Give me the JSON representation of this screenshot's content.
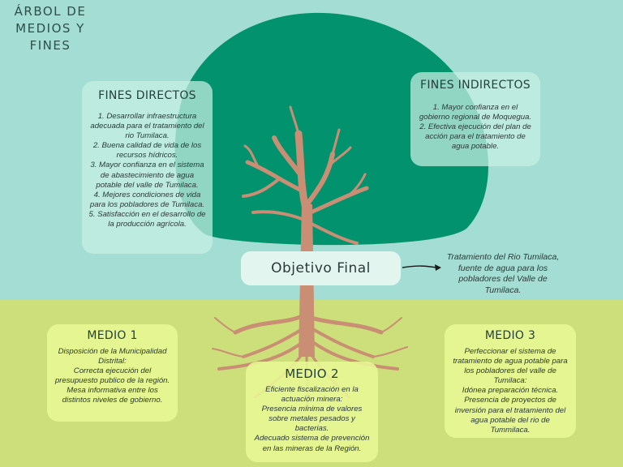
{
  "title": "ÁRBOL DE\nMEDIOS Y\nFINES",
  "colors": {
    "sky": "#a3ddd3",
    "ground": "#cddf7b",
    "canopy": "#02936e",
    "trunk": "#c98e74",
    "accent_text": "#2a3a38"
  },
  "fines_directos": {
    "heading": "FINES DIRECTOS",
    "items": [
      "1.   Desarrollar infraestructura adecuada para el tratamiento del rio Tumilaca.",
      "2.   Buena calidad de vida de los recursos hídricos.",
      "3.      Mayor confianza en el sistema de abastecimiento de agua potable del valle de Tumilaca.",
      "4. Mejores condiciones de vida para los pobladores de Tumilaca.",
      "5. Satisfacción en el desarrollo de la producción agrícola."
    ]
  },
  "fines_indirectos": {
    "heading": "FINES INDIRECTOS",
    "items": [
      "1.      Mayor confianza en el gobierno regional de Moquegua.",
      "2.  Efectiva ejecución del plan de acción para el tratamiento de agua potable."
    ]
  },
  "objetivo": {
    "label": "Objetivo Final",
    "description": "Tratamiento del Rio Tumilaca, fuente de agua para los pobladores del Valle de Tumilaca.",
    "arrow_icon": "arrow-right-icon"
  },
  "medio1": {
    "heading": "MEDIO 1",
    "lines": [
      "Disposición de la Municipalidad Distrital:",
      "Correcta ejecución del presupuesto publico de la región.",
      "Mesa informativa entre los distintos niveles de gobierno."
    ]
  },
  "medio2": {
    "heading": "MEDIO 2",
    "lines": [
      "Eficiente fiscalización en la actuación minera:",
      "Presencia mínima de valores sobre metales pesados y bacterias.",
      "Adecuado sistema de prevención en las mineras de la Región."
    ]
  },
  "medio3": {
    "heading": "MEDIO 3",
    "lines": [
      "Perfeccionar el sistema de tratamiento de agua potable para los pobladores del valle de Tumilaca:",
      "Idónea preparación técnica.",
      "Presencia de proyectos de inversión para el tratamiento del agua potable del rio de Tummilaca."
    ]
  }
}
